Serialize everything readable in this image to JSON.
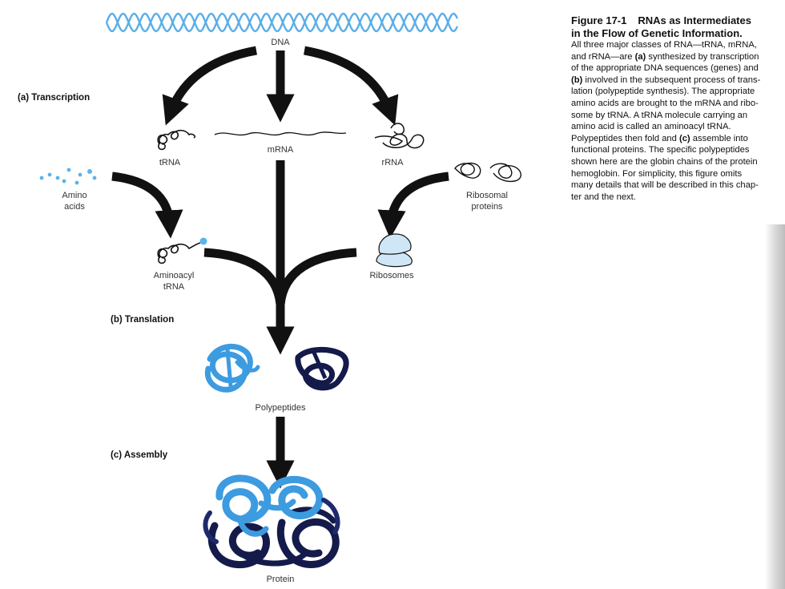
{
  "diagram": {
    "dna_label": "DNA",
    "trna_label": "tRNA",
    "mrna_label": "mRNA",
    "rrna_label": "rRNA",
    "amino_acids_label": [
      "Amino",
      "acids"
    ],
    "ribosomal_proteins_label": [
      "Ribosomal",
      "proteins"
    ],
    "aminoacyl_trna_label": [
      "Aminoacyl",
      "tRNA"
    ],
    "ribosomes_label": "Ribosomes",
    "polypeptides_label": "Polypeptides",
    "protein_label": "Protein",
    "stage_a": "(a) Transcription",
    "stage_b": "(b) Translation",
    "stage_c": "(c) Assembly"
  },
  "caption": {
    "figure_number": "Figure 17-1",
    "title_line1": "RNAs as Intermediates",
    "title_line2": "in the Flow of Genetic Information.",
    "body_parts": [
      {
        "t": "All three major classes of RNA—tRNA, mRNA,",
        "b": false
      },
      {
        "t": "\nand rRNA—are ",
        "b": false
      },
      {
        "t": "(a)",
        "b": true
      },
      {
        "t": " synthesized by transcription",
        "b": false
      },
      {
        "t": "\nof the appropriate DNA sequences (genes) and",
        "b": false
      },
      {
        "t": "\n",
        "b": false
      },
      {
        "t": "(b)",
        "b": true
      },
      {
        "t": " involved in the subsequent process of trans-",
        "b": false
      },
      {
        "t": "\nlation (polypeptide synthesis). The appropriate",
        "b": false
      },
      {
        "t": "\namino acids are brought to the mRNA and ribo-",
        "b": false
      },
      {
        "t": "\nsome by tRNA. A tRNA molecule carrying an",
        "b": false
      },
      {
        "t": "\namino acid is called an aminoacyl tRNA.",
        "b": false
      },
      {
        "t": "\nPolypeptides then fold and ",
        "b": false
      },
      {
        "t": "(c)",
        "b": true
      },
      {
        "t": " assemble into",
        "b": false
      },
      {
        "t": "\nfunctional proteins. The specific polypeptides",
        "b": false
      },
      {
        "t": "\nshown here are the globin chains of the protein",
        "b": false
      },
      {
        "t": "\nhemoglobin. For simplicity, this figure omits",
        "b": false
      },
      {
        "t": "\nmany details that will be described in this chap-",
        "b": false
      },
      {
        "t": "\nter and the next.",
        "b": false
      }
    ]
  },
  "colors": {
    "arrow": "#111111",
    "dna_strand": "#5aaee8",
    "amino_acid": "#5ab4ec",
    "light_blue": "#3d9be0",
    "dark_navy": "#141a4a",
    "ribosome_fill": "#cfe6f6"
  },
  "icons": [
    "dna-helix",
    "trna-coil",
    "rrna-coil",
    "ribosomal-protein-coil",
    "ribosome",
    "polypeptide-coil",
    "protein-complex"
  ]
}
